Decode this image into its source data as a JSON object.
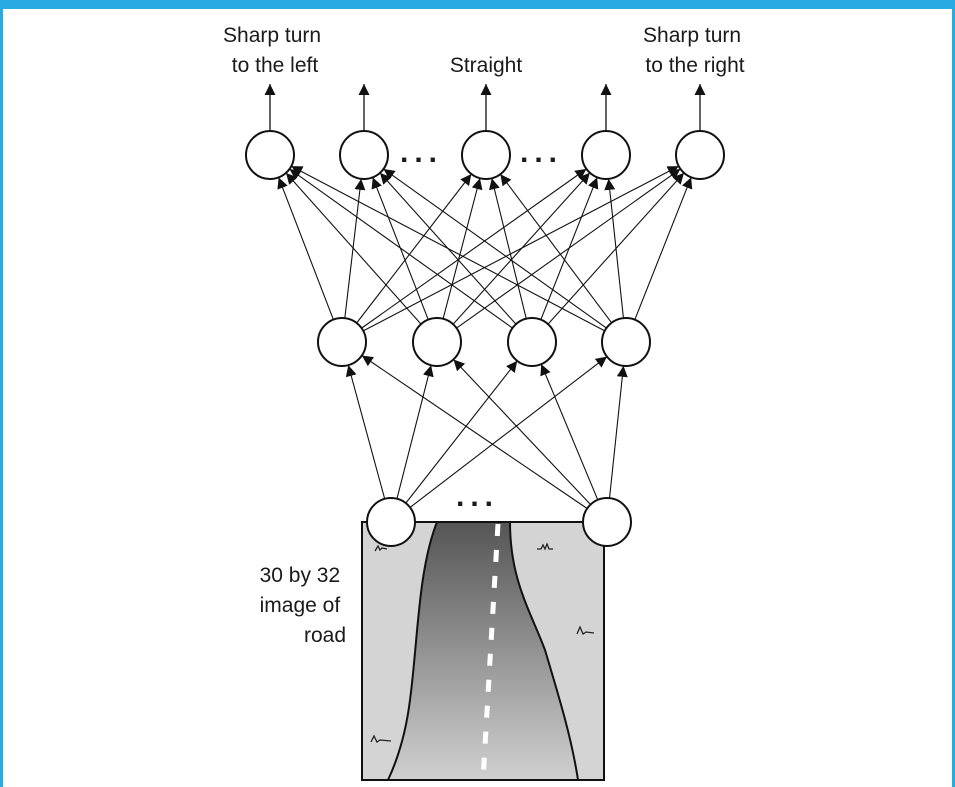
{
  "colors": {
    "frame": "#29abe2",
    "stroke": "#111111",
    "road_side": "#d4d4d4",
    "road_dark": "#5a5a5a",
    "road_light": "#cfcfcf",
    "lane_mark": "#ffffff"
  },
  "labels": {
    "output_left": [
      "Sharp turn",
      "to the left"
    ],
    "output_center": [
      "Straight"
    ],
    "output_right": [
      "Sharp turn",
      "to the right"
    ],
    "input_image": [
      "30 by 32",
      "image of",
      "road"
    ]
  },
  "layers": {
    "output_count": 5,
    "hidden_count": 4,
    "input_count": 2
  },
  "ellipses": {
    "output_gaps": "...",
    "input_gap": "..."
  }
}
